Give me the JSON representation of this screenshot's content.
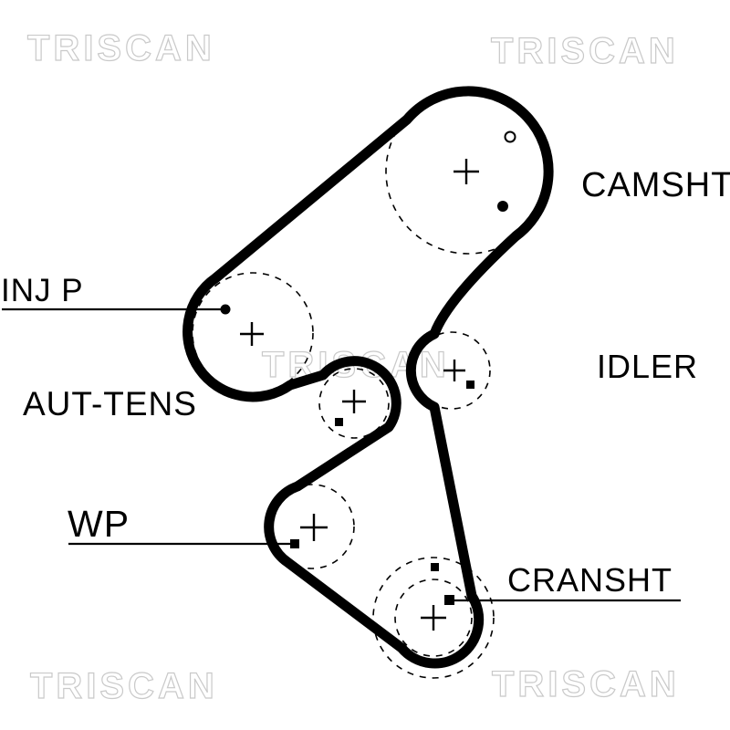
{
  "diagram": {
    "type": "timing-belt-routing-diagram",
    "brand_watermark": "TRISCAN",
    "colors": {
      "background": "#ffffff",
      "belt": "#000000",
      "watermark_outline": "#c9c9c9"
    },
    "labels": {
      "camshaft": "CAMSHT",
      "injection_pump": "INJ P",
      "auto_tensioner": "AUT-TENS",
      "idler": "IDLER",
      "water_pump": "WP",
      "crankshaft": "CRANSHT"
    },
    "components": [
      "camshaft-pulley",
      "injection-pump-pulley",
      "automatic-tensioner-pulley",
      "idler-pulley",
      "water-pump-pulley",
      "crankshaft-pulley",
      "timing-belt"
    ]
  }
}
